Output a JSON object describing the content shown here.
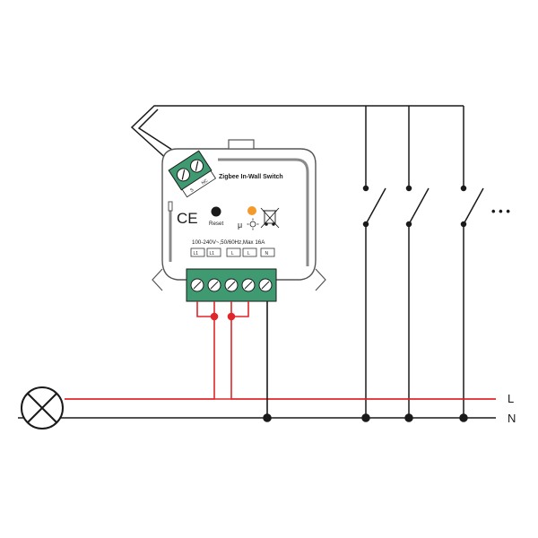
{
  "device": {
    "title": "Zigbee In-Wall Switch",
    "reset_label": "Reset",
    "ce_mark": "CE",
    "mu_mark": "μ",
    "rating": "100-240V~,50/60Hz,Max 16A",
    "top_terminals": [
      "S",
      "NC"
    ],
    "bottom_terminals": [
      "L1",
      "L1",
      "L",
      "L",
      "N"
    ],
    "led_color": "#f39a2b"
  },
  "rails": {
    "live_label": "L",
    "neutral_label": "N",
    "live_color": "#e0262a",
    "neutral_color": "#1a1a1a"
  },
  "switches": {
    "count_shown": 3,
    "continuation": "• • •"
  },
  "colors": {
    "terminal_block": "#3f9a72",
    "device_outline": "#555555"
  }
}
